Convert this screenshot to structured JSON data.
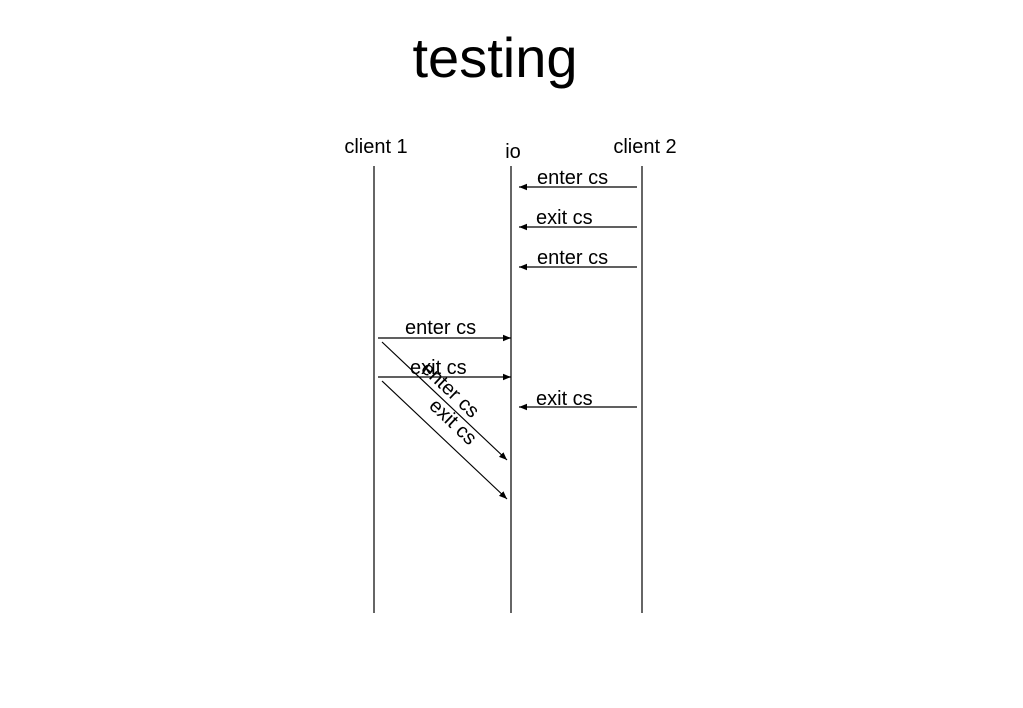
{
  "title": "testing",
  "participants": {
    "client1": "client 1",
    "io": "io",
    "client2": "client 2"
  },
  "messages": [
    {
      "from": "client 2",
      "to": "io",
      "label": "enter cs"
    },
    {
      "from": "client 2",
      "to": "io",
      "label": "exit cs"
    },
    {
      "from": "client 2",
      "to": "io",
      "label": "enter cs"
    },
    {
      "from": "client 1",
      "to": "io",
      "label": "enter cs"
    },
    {
      "from": "client 1",
      "to": "io",
      "label": "exit cs"
    },
    {
      "from": "client 1",
      "to": "io",
      "label": "enter cs"
    },
    {
      "from": "client 1",
      "to": "io",
      "label": "exit cs"
    },
    {
      "from": "client 2",
      "to": "io",
      "label": "exit cs"
    }
  ],
  "colors": {
    "line": "#000000",
    "background": "#ffffff"
  }
}
